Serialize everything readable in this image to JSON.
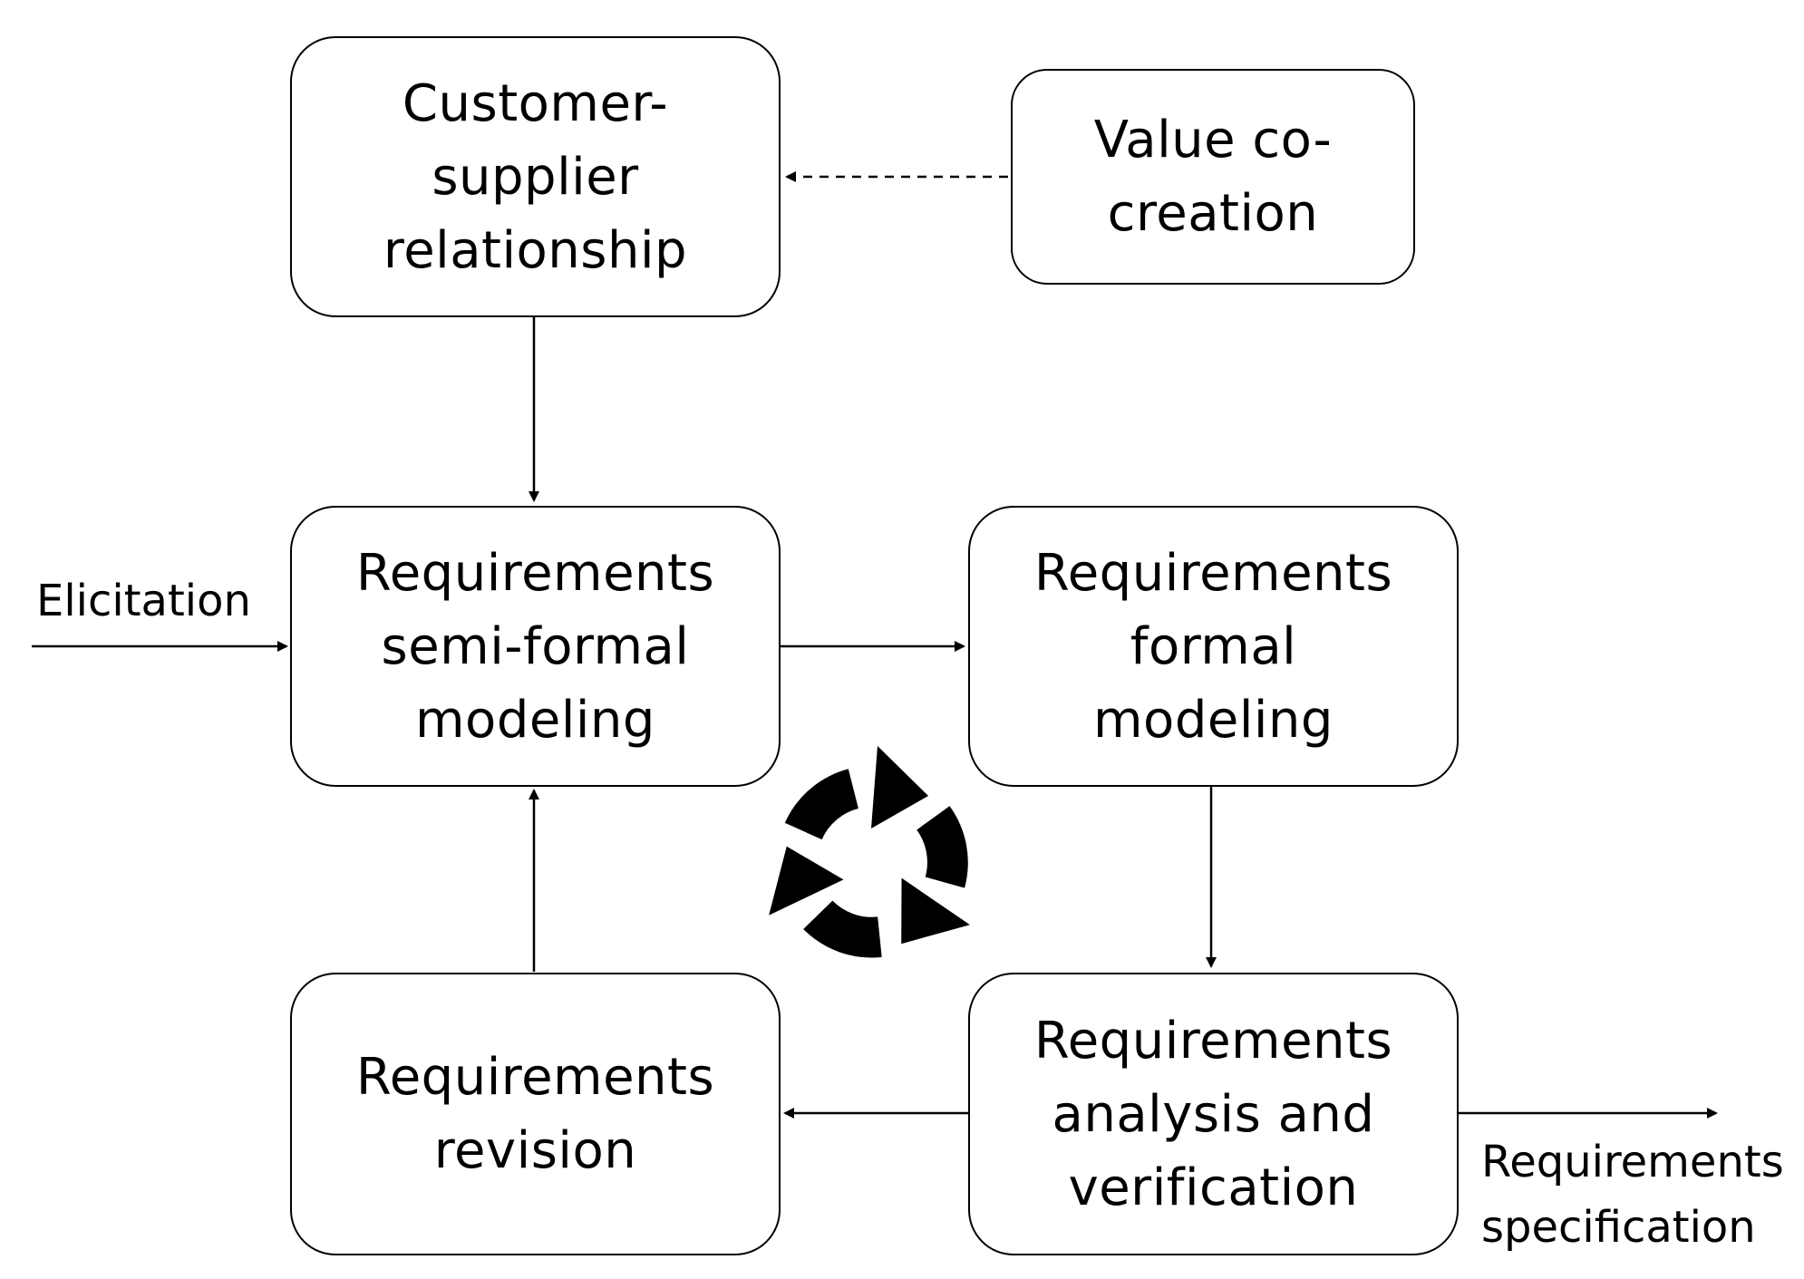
{
  "nodes": {
    "customer_supplier": {
      "lines": [
        "Customer-",
        "supplier",
        "relationship"
      ]
    },
    "value_cocreation": {
      "lines": [
        "Value co-",
        "creation"
      ]
    },
    "semi_formal": {
      "lines": [
        "Requirements",
        "semi-formal",
        "modeling"
      ]
    },
    "formal": {
      "lines": [
        "Requirements",
        "formal",
        "modeling"
      ]
    },
    "revision": {
      "lines": [
        "Requirements",
        "revision"
      ]
    },
    "analysis": {
      "lines": [
        "Requirements",
        "analysis and",
        "verification"
      ]
    }
  },
  "labels": {
    "elicitation": "Elicitation",
    "output_line1": "Requirements",
    "output_line2": "specification"
  },
  "icons": {
    "cycle": "cycle-arrows-icon"
  }
}
